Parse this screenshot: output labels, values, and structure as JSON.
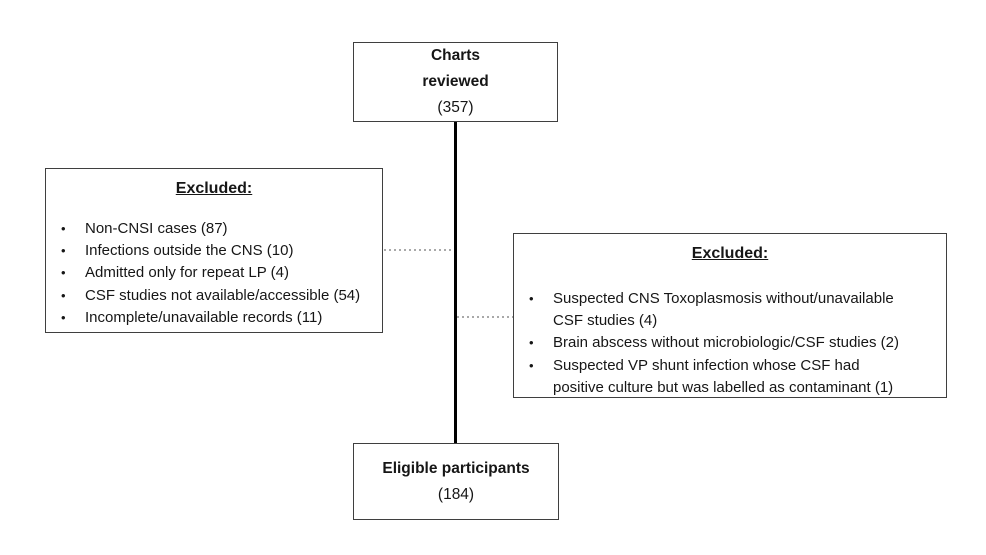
{
  "bullet_char": "•",
  "colors": {
    "box_border": "#3f3f3f",
    "connector_line": "#000000",
    "dotted_line": "#a9a9a9",
    "text": "#161616"
  },
  "top_box": {
    "line1": "Charts",
    "line2": "reviewed",
    "count": "(357)"
  },
  "left_box": {
    "heading": "Excluded:",
    "items": [
      "Non-CNSI cases (87)",
      "Infections outside the CNS (10)",
      "Admitted only for repeat LP (4)",
      "CSF studies not available/accessible (54)",
      "Incomplete/unavailable records (11)"
    ]
  },
  "right_box": {
    "heading": "Excluded:",
    "items": [
      {
        "lines": [
          "Suspected CNS Toxoplasmosis without/unavailable",
          "CSF studies (4)"
        ]
      },
      {
        "lines": [
          "Brain abscess without microbiologic/CSF studies (2)"
        ]
      },
      {
        "lines": [
          "Suspected VP shunt infection whose CSF had",
          "positive culture but was labelled as contaminant (1)"
        ]
      }
    ]
  },
  "bottom_box": {
    "title": "Eligible participants",
    "count": "(184)"
  }
}
